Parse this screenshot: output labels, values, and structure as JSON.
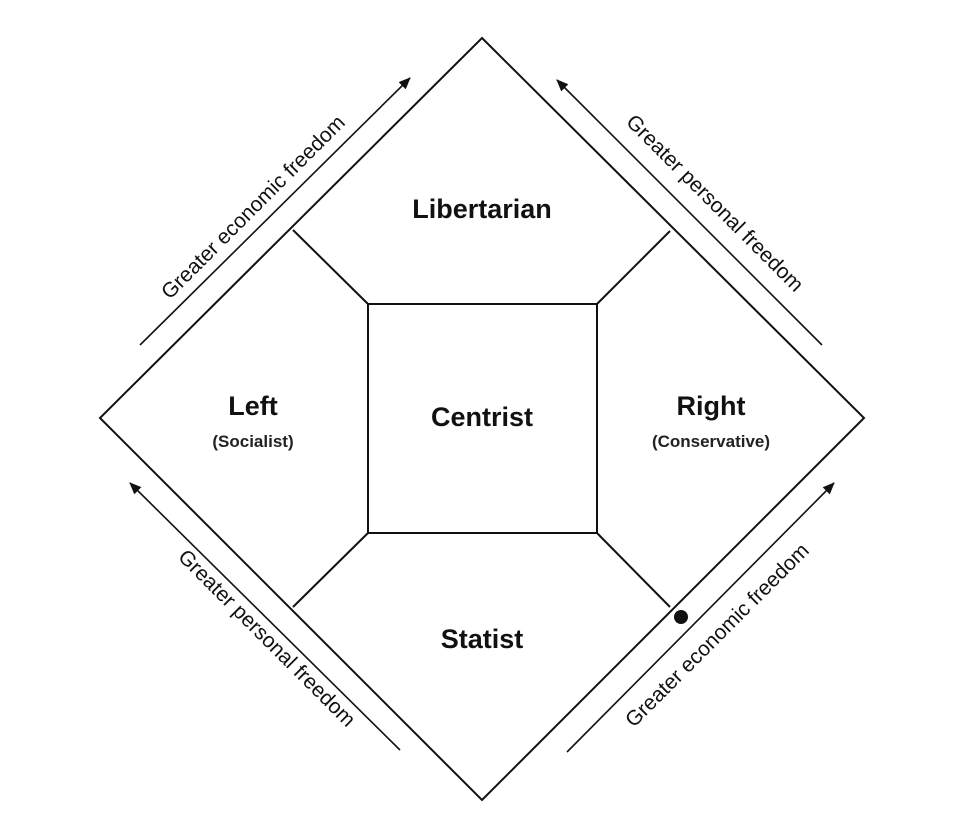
{
  "regions": {
    "libertarian": "Libertarian",
    "left": "Left",
    "left_sub": "(Socialist)",
    "centrist": "Centrist",
    "right": "Right",
    "right_sub": "(Conservative)",
    "statist": "Statist"
  },
  "axes": {
    "top_left": "Greater economic freedom",
    "top_right": "Greater personal freedom",
    "bottom_left": "Greater personal freedom",
    "bottom_right": "Greater economic freedom"
  },
  "colors": {
    "line": "#111111",
    "background": "#ffffff"
  }
}
